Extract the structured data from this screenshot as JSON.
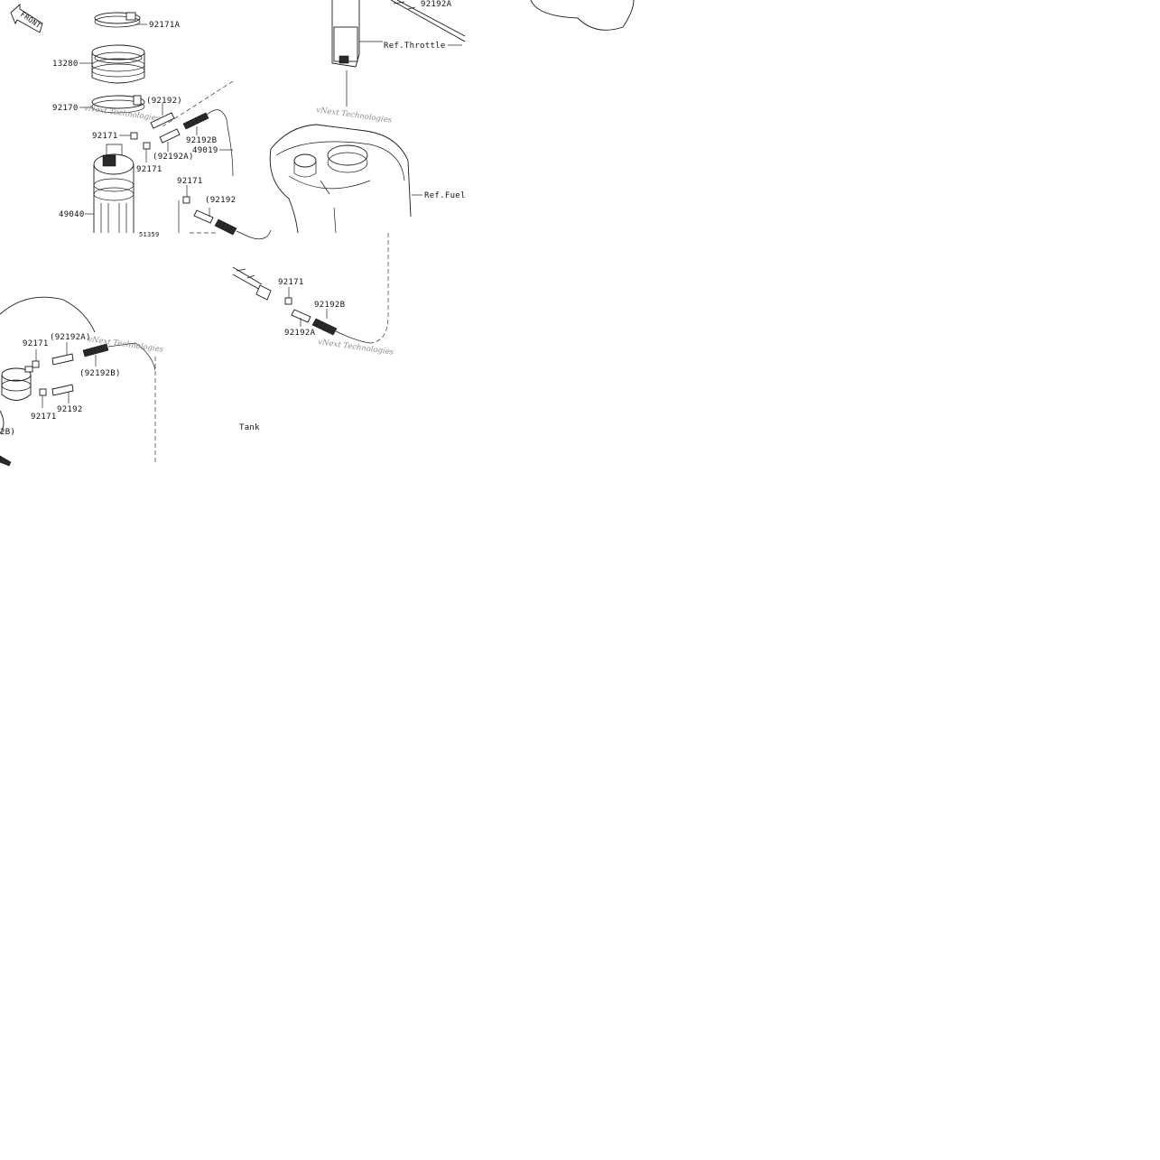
{
  "labels": {
    "front": "FRONT",
    "p92171A": "92171A",
    "p13280": "13280",
    "p92170": "92170",
    "p92192_paren_top": "(92192)",
    "p92171_a": "92171",
    "p92192B_a": "92192B",
    "p49019": "49019",
    "p92192A_paren_a": "(92192A)",
    "p92171_b": "92171",
    "p92171_c": "92171",
    "p92192_paren_mid": "(92192",
    "p49040": "49040",
    "p92192A_top": "92192A",
    "ref_throttle": "Ref.Throttle",
    "ref_fuel": "Ref.Fuel",
    "p92171_d": "92171",
    "p92192B_b": "92192B",
    "p92192A_b": "92192A",
    "p92171_e": "92171",
    "p92192A_paren_b": "(92192A)",
    "p92192B_paren": "(92192B)",
    "p92171_f": "92171",
    "p92192_low": "92192",
    "tank": "Tank",
    "p92192B_cut": "2B)",
    "p51: ": "",
    "cut_label": "51359"
  },
  "watermarks": {
    "w1": "vNext Technologies",
    "w2": "vNext Technologies",
    "w3": "vNext Technologies",
    "w4": "vNext Technologies"
  }
}
